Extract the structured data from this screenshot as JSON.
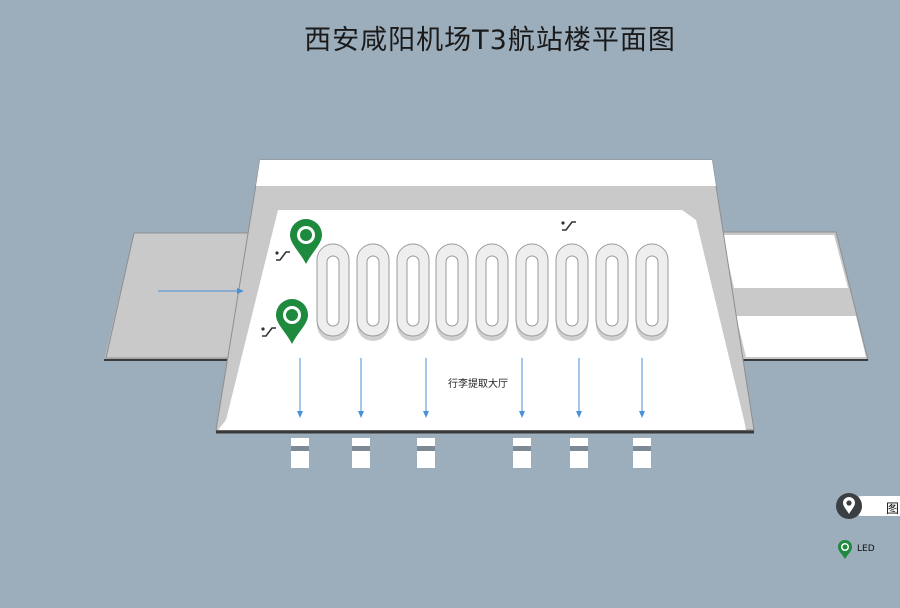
{
  "map": {
    "title": "西安咸阳机场T3航站楼平面图",
    "hall_label": "行李提取大厅",
    "carousel_count": 9,
    "gate_count": 6,
    "led_marker_count": 2,
    "colors": {
      "background": "#9cadbb",
      "floor": "#ffffff",
      "corridor": "#c9c9c9",
      "arrow": "#4a90d9",
      "marker": "#1e8a3e",
      "wall": "#3a3a3a"
    }
  },
  "legend": {
    "title": "图",
    "led_label": "LED",
    "icons": [
      "map-pin-icon",
      "led-marker-icon"
    ]
  }
}
